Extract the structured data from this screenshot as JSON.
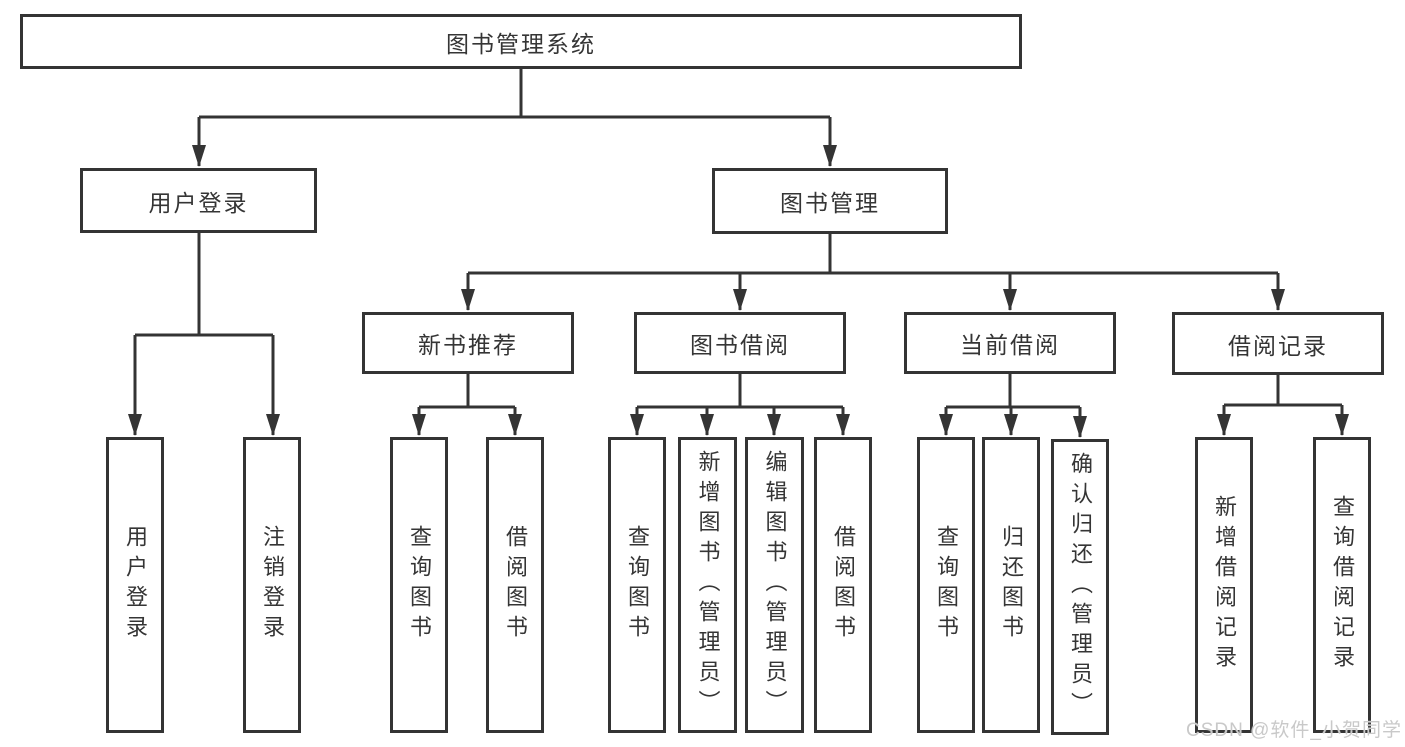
{
  "diagram": {
    "tree": {
      "label": "图书管理系统",
      "children": [
        {
          "label": "用户登录",
          "children": [
            {
              "label": "用户登录"
            },
            {
              "label": "注销登录"
            }
          ]
        },
        {
          "label": "图书管理",
          "children": [
            {
              "label": "新书推荐",
              "children": [
                {
                  "label": "查询图书"
                },
                {
                  "label": "借阅图书"
                }
              ]
            },
            {
              "label": "图书借阅",
              "children": [
                {
                  "label": "查询图书"
                },
                {
                  "label": "新增图书（管理员）"
                },
                {
                  "label": "编辑图书（管理员）"
                },
                {
                  "label": "借阅图书"
                }
              ]
            },
            {
              "label": "当前借阅",
              "children": [
                {
                  "label": "查询图书"
                },
                {
                  "label": "归还图书"
                },
                {
                  "label": "确认归还（管理员）"
                }
              ]
            },
            {
              "label": "借阅记录",
              "children": [
                {
                  "label": "新增借阅记录"
                },
                {
                  "label": "查询借阅记录"
                }
              ]
            }
          ]
        }
      ]
    },
    "colors": {
      "line": "#343434",
      "box_background": "#ffffff",
      "text": "#353535",
      "watermark": "#c9c9c9"
    },
    "watermark": "CSDN @软件_小贺同学"
  }
}
